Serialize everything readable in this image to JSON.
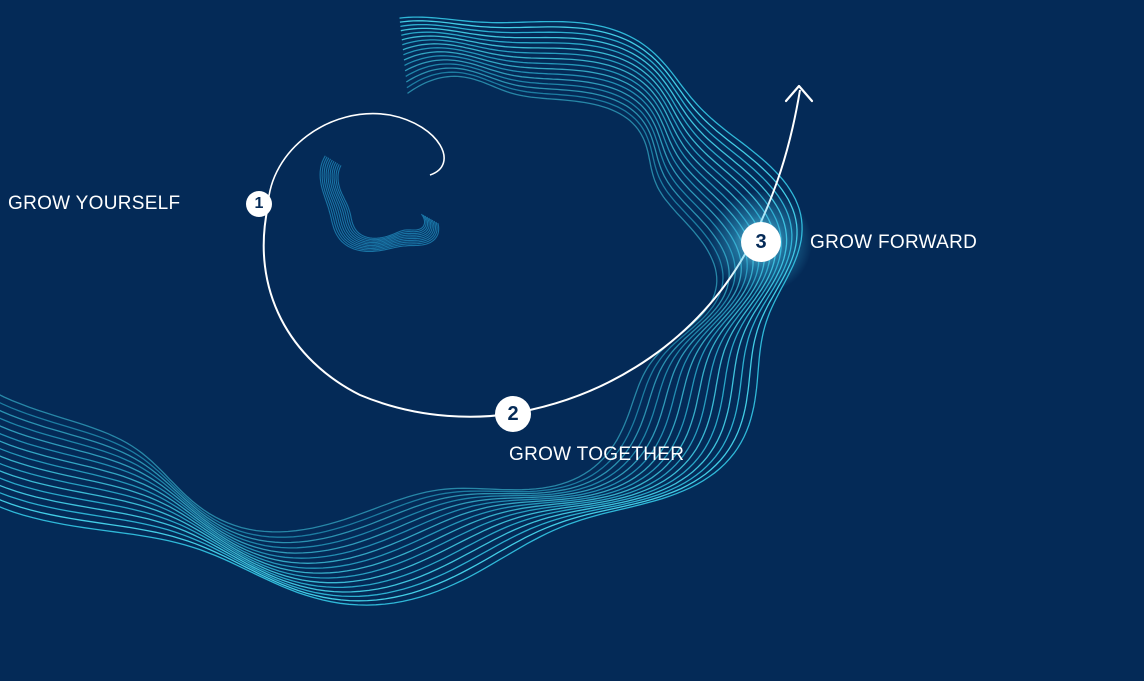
{
  "colors": {
    "background": "#042a57",
    "wave_light": "#3fd0e6",
    "wave_dark": "#1a6fa3",
    "path": "#ffffff",
    "dot_text": "#042a57"
  },
  "steps": [
    {
      "number": "1",
      "label": "GROW YOURSELF"
    },
    {
      "number": "2",
      "label": "GROW TOGETHER"
    },
    {
      "number": "3",
      "label": "GROW FORWARD"
    }
  ],
  "icons": {
    "arrow": "arrow-up-icon"
  }
}
